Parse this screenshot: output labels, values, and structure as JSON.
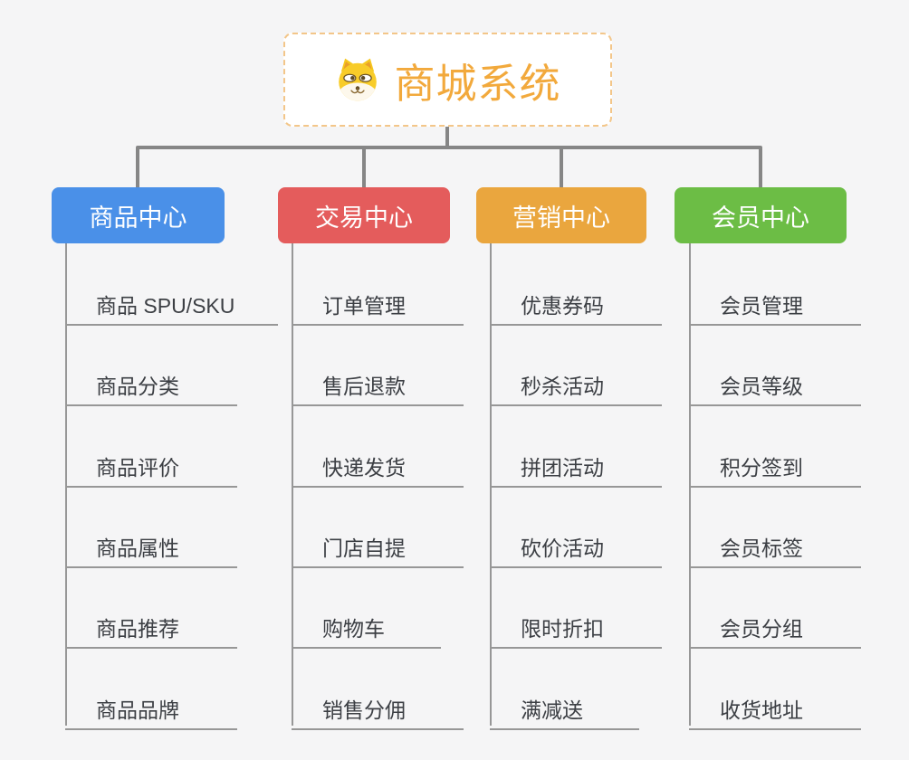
{
  "page": {
    "background": "#f5f5f6",
    "connector_color": "#868686",
    "line_color": "#979797"
  },
  "root": {
    "title": "商城系统",
    "icon": "dog-mascot",
    "accent_color": "#f2a93c",
    "border_color": "#f3c689"
  },
  "branches": [
    {
      "id": "product-center",
      "label": "商品中心",
      "color": "#4a90e8",
      "children": [
        "商品 SPU/SKU",
        "商品分类",
        "商品评价",
        "商品属性",
        "商品推荐",
        "商品品牌"
      ]
    },
    {
      "id": "trade-center",
      "label": "交易中心",
      "color": "#e45c5c",
      "children": [
        "订单管理",
        "售后退款",
        "快递发货",
        "门店自提",
        "购物车",
        "销售分佣"
      ]
    },
    {
      "id": "marketing-center",
      "label": "营销中心",
      "color": "#eaa63e",
      "children": [
        "优惠券码",
        "秒杀活动",
        "拼团活动",
        "砍价活动",
        "限时折扣",
        "满减送"
      ]
    },
    {
      "id": "member-center",
      "label": "会员中心",
      "color": "#6cbd45",
      "children": [
        "会员管理",
        "会员等级",
        "积分签到",
        "会员标签",
        "会员分组",
        "收货地址"
      ]
    }
  ]
}
